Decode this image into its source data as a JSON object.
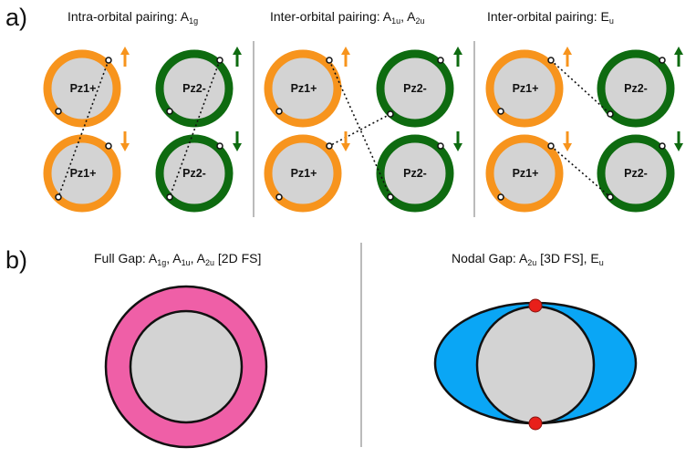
{
  "colors": {
    "orange": "#f7941d",
    "green": "#0e6b10",
    "gray_fill": "#d3d3d3",
    "pink": "#ef5fa7",
    "blue": "#0aa6f5",
    "node_red": "#e8201a",
    "divider": "#777777"
  },
  "panel_a": {
    "letter": "a)",
    "sections": [
      {
        "base": "Intra-orbital pairing: A",
        "sub1": "1g",
        "mid": "",
        "sub2": "",
        "tail": ""
      },
      {
        "base": "Inter-orbital pairing: A",
        "sub1": "1u",
        "mid": ", A",
        "sub2": "2u",
        "tail": ""
      },
      {
        "base": "Inter-orbital pairing: E",
        "sub1": "u",
        "mid": "",
        "sub2": "",
        "tail": ""
      }
    ],
    "orbital_labels": {
      "pz1": "Pz1+",
      "pz2": "Pz2-"
    },
    "spin": {
      "up": "up",
      "down": "down"
    }
  },
  "panel_b": {
    "letter": "b)",
    "full_gap": {
      "pre": "Full Gap: A",
      "s1": "1g",
      "m1": ", A",
      "s2": "1u",
      "m2": ", A",
      "s3": "2u",
      "tail": " [2D FS]"
    },
    "nodal_gap": {
      "pre": "Nodal Gap: A",
      "s1": "2u",
      "m1": " [3D FS], E",
      "s2": "u",
      "tail": ""
    }
  }
}
